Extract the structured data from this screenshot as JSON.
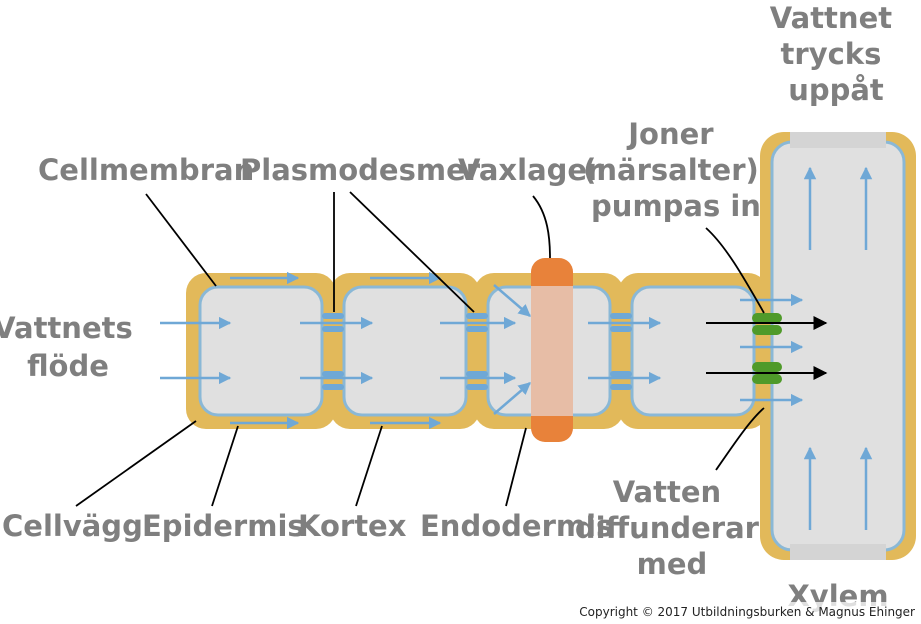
{
  "labels": {
    "cellmembran": "Cellmembran",
    "plasmodesmer": "Plasmodesmer",
    "vaxlager": "Vaxlager",
    "joner": [
      "Joner",
      "(närsalter)",
      "pumpas in"
    ],
    "vattnet_trycks": [
      "Vattnet",
      "trycks",
      "uppåt"
    ],
    "vattnets_flode": [
      "Vattnets",
      "flöde"
    ],
    "cellvagg": "Cellvägg",
    "epidermis": "Epidermis",
    "kortex": "Kortex",
    "endodermis": "Endodermis",
    "vatten_diffunderar": [
      "Vatten",
      "diffunderar",
      "med"
    ],
    "xylem": "Xylem"
  },
  "copyright": "Copyright © 2017 Utbildningsburken & Magnus Ehinger",
  "colors": {
    "cell_wall": "#e2b95a",
    "cytoplasm": "#e0e0e0",
    "membrane": "#8ab8d6",
    "water_arrow": "#6fa8d6",
    "wax_layer": "#e8823a",
    "wax_fill": "#e7c3b3",
    "ion_pump": "#4f9a2a",
    "label": "#7f7f7f"
  }
}
